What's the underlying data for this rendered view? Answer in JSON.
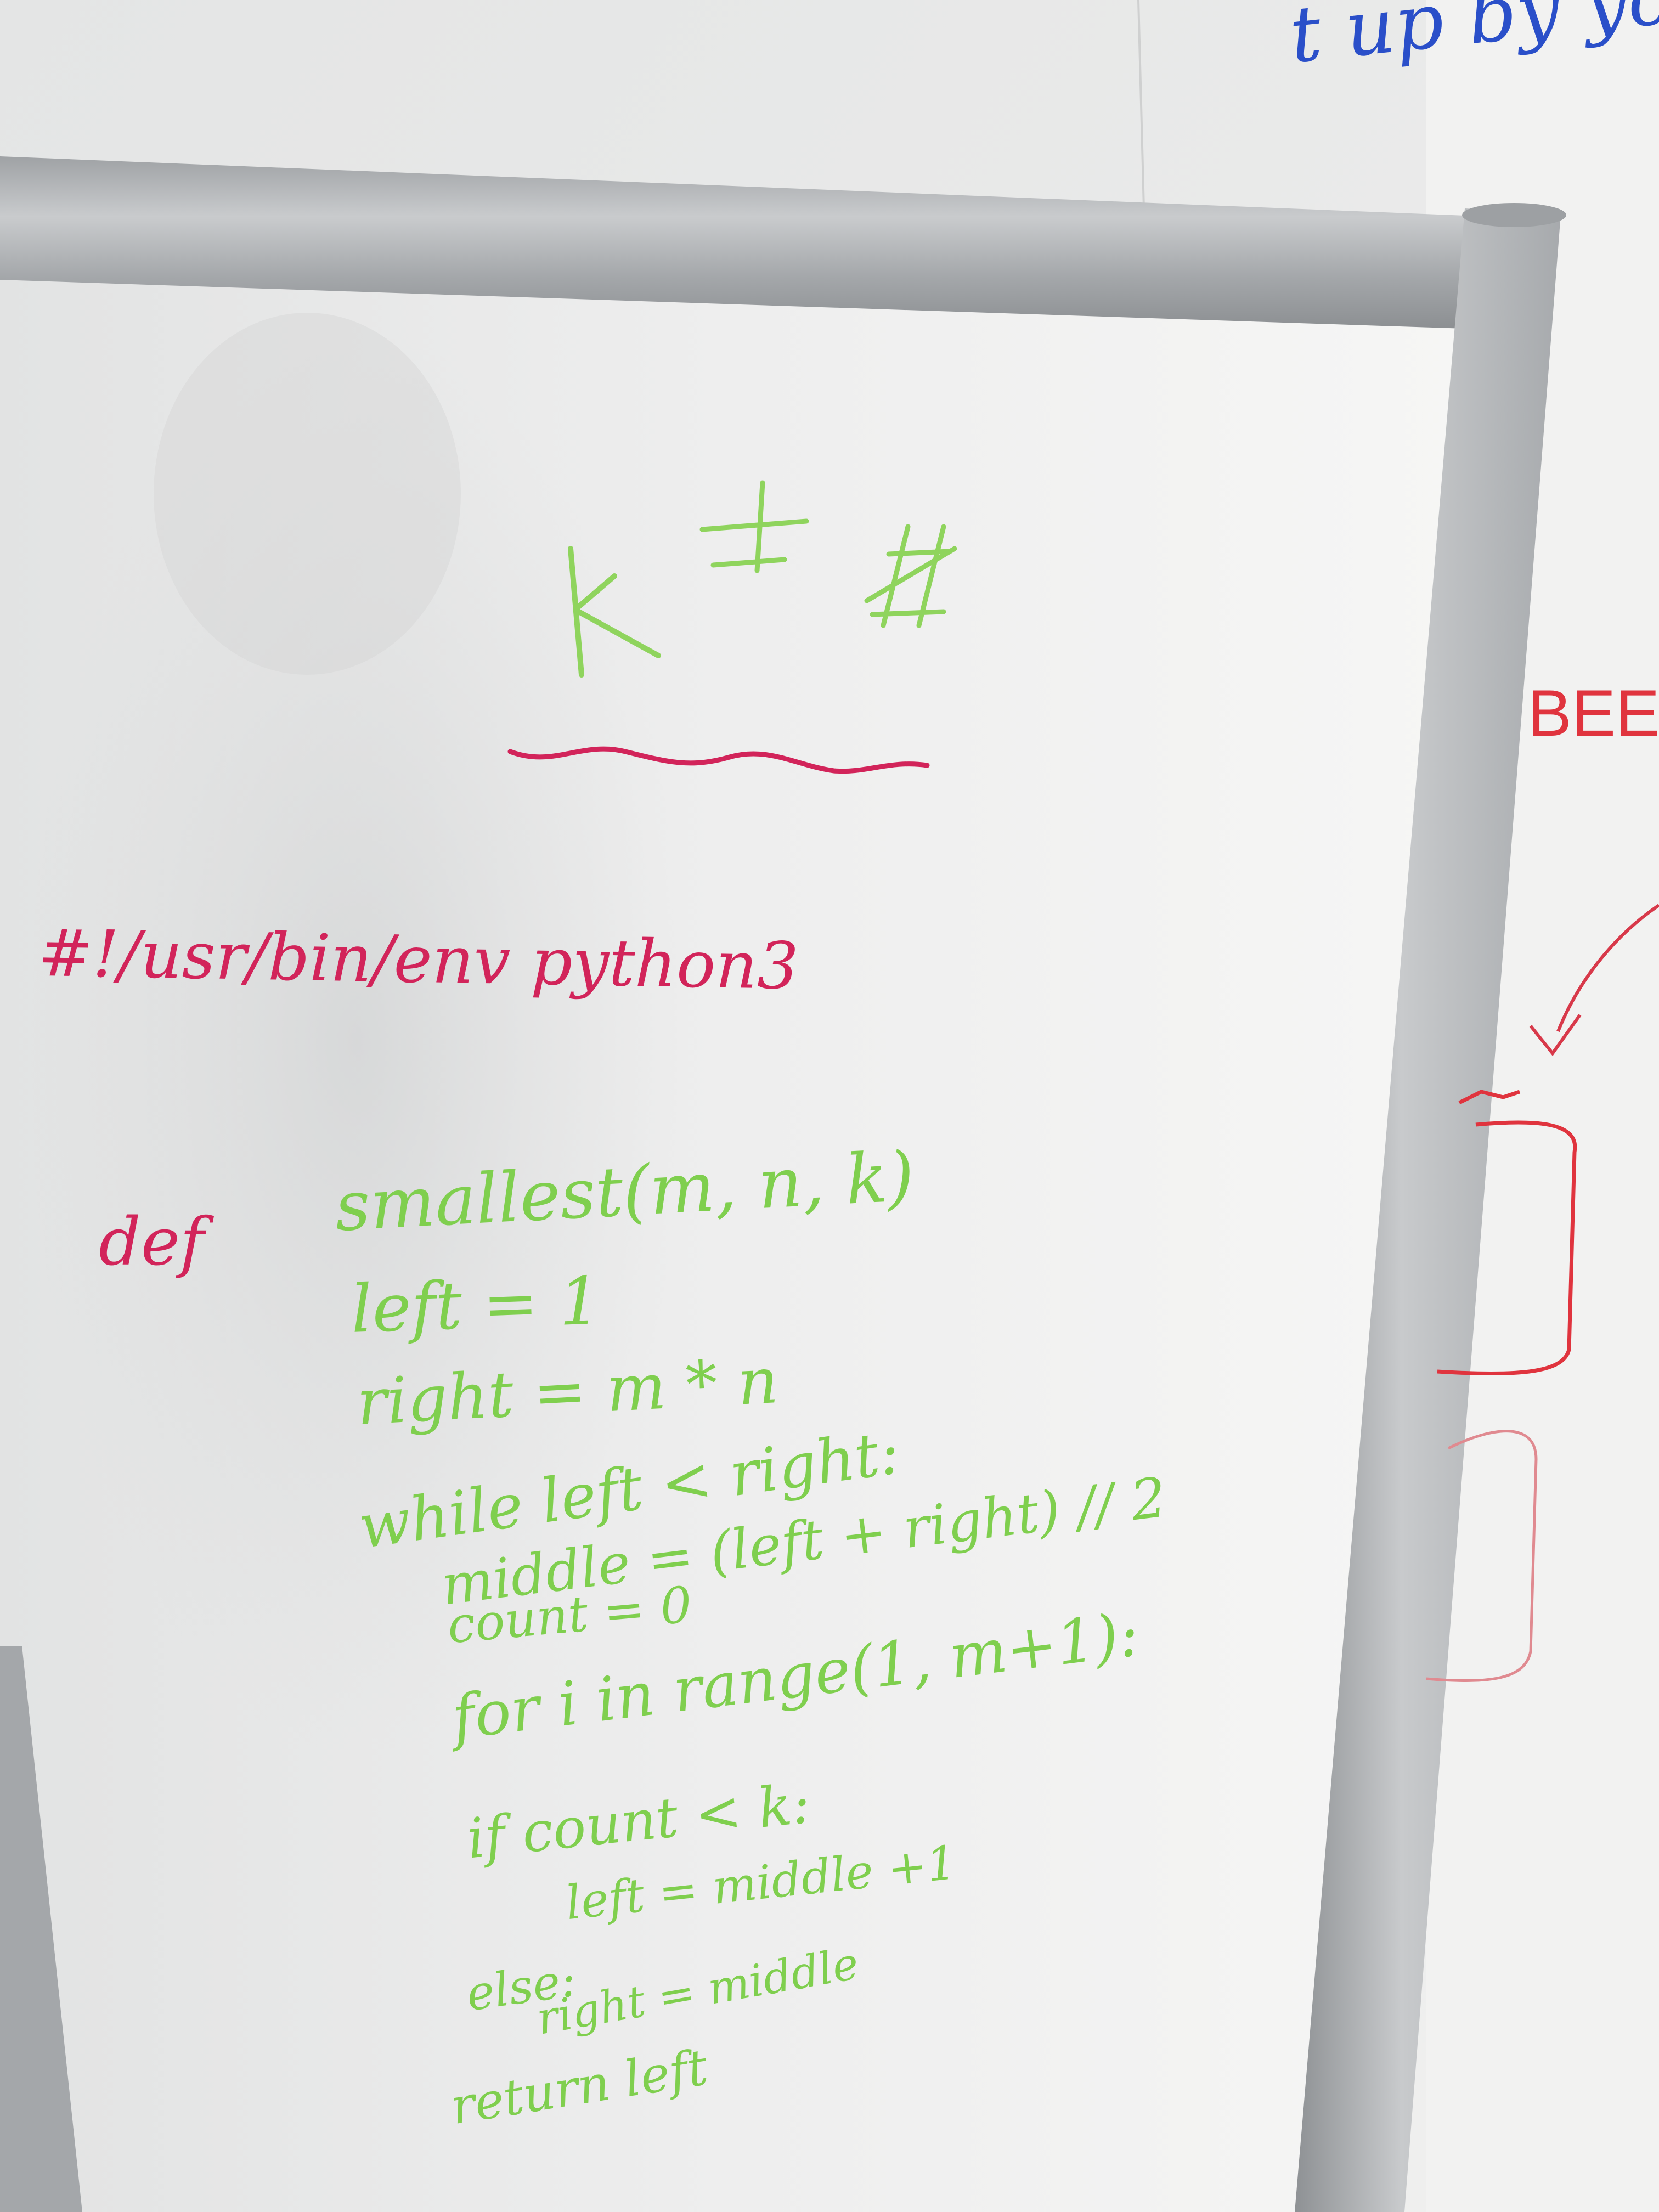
{
  "colors": {
    "wall": "#ebebea",
    "board": "#f3f3f2",
    "frame": "#b4b6b8",
    "green_marker": "#7fcf4e",
    "pink_marker": "#d2245a",
    "blue_marker": "#2a4fc9",
    "red_marker": "#e0343e"
  },
  "background_wall": {
    "top_right_text": "t up by yo",
    "side_label": "BEES"
  },
  "whiteboard": {
    "top_symbols": "K  ≠  #",
    "shebang": "#!/usr/bin/env python3",
    "def_keyword": "def",
    "code_lines": [
      "smallest(m, n, k)",
      "left = 1",
      "right = m * n",
      "while left < right:",
      "middle = (left + right) // 2",
      "count = 0",
      "for i in range(1, m+1):",
      "if count < k:",
      "left = middle +1",
      "else:",
      "right = middle",
      "return left"
    ]
  }
}
